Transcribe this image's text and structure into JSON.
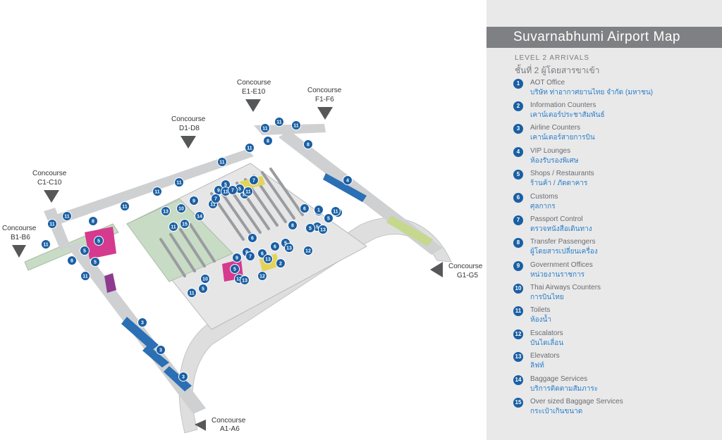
{
  "panel": {
    "title": "Suvarnabhumi Airport Map",
    "level_en": "LEVEL 2 ARRIVALS",
    "level_th": "ชั้นที่ 2 ผู้โดยสารขาเข้า"
  },
  "legend": [
    {
      "num": "1",
      "en": "AOT Office",
      "th": "บริษัท ท่าอากาศยานไทย จำกัด (มหาชน)"
    },
    {
      "num": "2",
      "en": "Information Counters",
      "th": "เคาน์เตอร์ประชาสัมพันธ์"
    },
    {
      "num": "3",
      "en": "Airline Counters",
      "th": "เคาน์เตอร์สายการบิน"
    },
    {
      "num": "4",
      "en": "VIP Lounges",
      "th": "ห้องรับรองพิเศษ"
    },
    {
      "num": "5",
      "en": "Shops / Restaurants",
      "th": "ร้านค้า / ภัตตาคาร"
    },
    {
      "num": "6",
      "en": "Customs",
      "th": "ศุลกากร"
    },
    {
      "num": "7",
      "en": "Passport Control",
      "th": "ตรวจหนังสือเดินทาง"
    },
    {
      "num": "8",
      "en": "Transfer Passengers",
      "th": "ผู้โดยสารเปลี่ยนเครื่อง"
    },
    {
      "num": "9",
      "en": "Government Offices",
      "th": "หน่วยงานราชการ"
    },
    {
      "num": "10",
      "en": "Thai Airways Counters",
      "th": "การบินไทย"
    },
    {
      "num": "11",
      "en": "Toilets",
      "th": "ห้องน้ำ"
    },
    {
      "num": "12",
      "en": "Escalators",
      "th": "บันไดเลื่อน"
    },
    {
      "num": "13",
      "en": "Elevators",
      "th": "ลิฟท์"
    },
    {
      "num": "14",
      "en": "Baggage Services",
      "th": "บริการติดตามสัมภาระ"
    },
    {
      "num": "15",
      "en": "Over sized Baggage Services",
      "th": "กระเป๋าเกินขนาด"
    }
  ],
  "concourses": [
    {
      "id": "a",
      "line1": "Concourse",
      "line2": "A1-A6"
    },
    {
      "id": "b",
      "line1": "Concourse",
      "line2": "B1-B6"
    },
    {
      "id": "c",
      "line1": "Concourse",
      "line2": "C1-C10"
    },
    {
      "id": "d",
      "line1": "Concourse",
      "line2": "D1-D8"
    },
    {
      "id": "e",
      "line1": "Concourse",
      "line2": "E1-E10"
    },
    {
      "id": "f",
      "line1": "Concourse",
      "line2": "F1-F6"
    },
    {
      "id": "g",
      "line1": "Concourse",
      "line2": "G1-G5"
    }
  ],
  "markers": [
    "1",
    "2",
    "3",
    "4",
    "5",
    "6",
    "7",
    "8",
    "9",
    "10",
    "11",
    "12",
    "13",
    "14",
    "15"
  ],
  "colors": {
    "marker": "#1a5fa3",
    "floor": "#e8e8e8",
    "corridor": "#cfd0d2",
    "green_area": "#c8dcc5",
    "airline": "#2b6fb5",
    "vip": "#c5d88e",
    "shop": "#d53a8e",
    "customs": "#e3d35a",
    "thai": "#8e3b8f",
    "toilet": "#2bb7c9",
    "panel_bg": "#e9e9ea",
    "title_bar": "#7f8083"
  }
}
